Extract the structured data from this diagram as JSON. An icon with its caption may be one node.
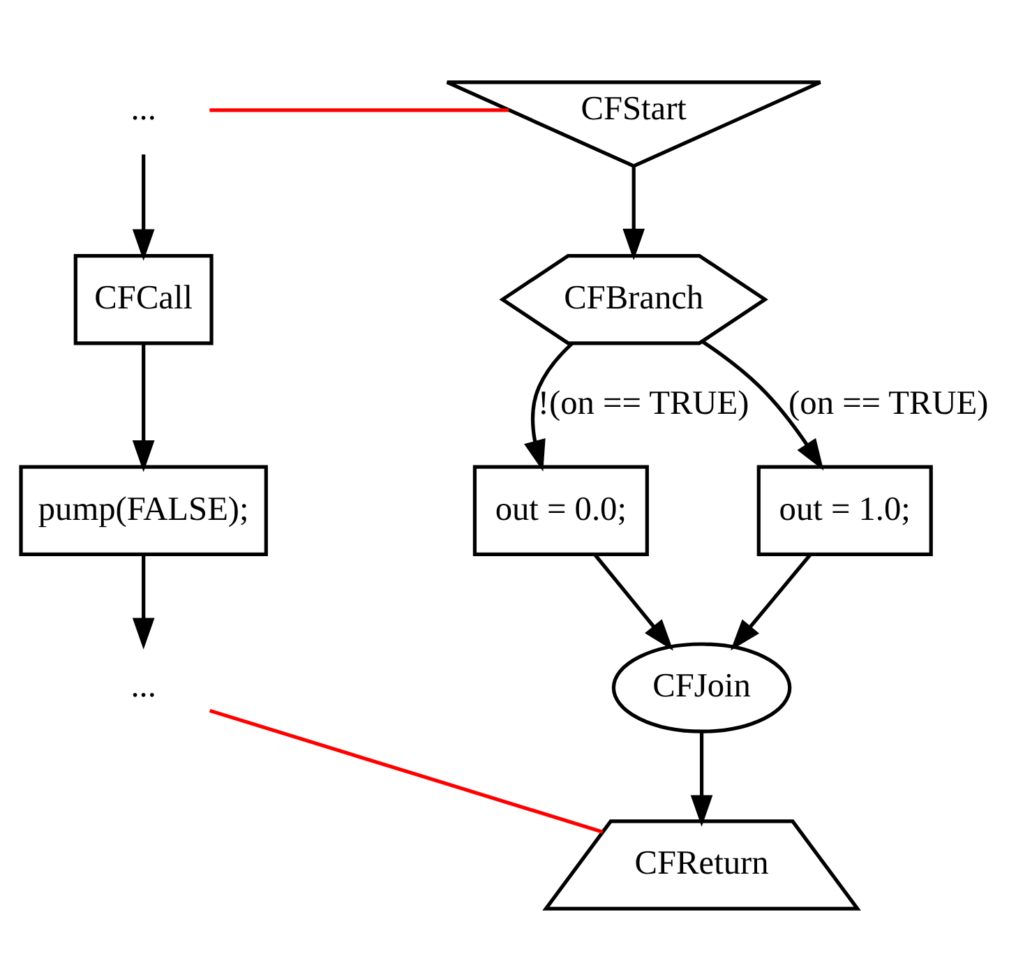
{
  "diagram": {
    "nodes": [
      {
        "text": [
          "..."
        ]
      },
      {
        "text": [
          "CFCall"
        ]
      },
      {
        "text": [
          "pump(FALSE);"
        ]
      },
      {
        "text": [
          "..."
        ]
      },
      {
        "text": [
          "CFStart"
        ]
      },
      {
        "text": [
          "CFBranch"
        ]
      },
      {
        "text": [
          "out = 0.0;"
        ]
      },
      {
        "text": [
          "out = 1.0;"
        ]
      },
      {
        "text": [
          "CFJoin"
        ]
      },
      {
        "text": [
          "CFReturn"
        ]
      }
    ],
    "edges": [
      {
        "from": 0,
        "to": 1,
        "arrow": "to"
      },
      {
        "from": 1,
        "to": 2,
        "arrow": "to"
      },
      {
        "from": 2,
        "to": 3,
        "arrow": "to"
      },
      {
        "from": 4,
        "to": 5,
        "arrow": "to"
      },
      {
        "from": 5,
        "to": 6,
        "arrow": "to",
        "label": "!(on == TRUE)"
      },
      {
        "from": 5,
        "to": 7,
        "arrow": "to",
        "label": "(on == TRUE)"
      },
      {
        "from": 6,
        "to": 8,
        "arrow": "to"
      },
      {
        "from": 7,
        "to": 8,
        "arrow": "to"
      },
      {
        "from": 8,
        "to": 9,
        "arrow": "to"
      },
      {
        "from": 0,
        "to": 4,
        "arrow": "none",
        "color": "#ff0000"
      },
      {
        "from": 9,
        "to": 3,
        "arrow": "none",
        "color": "#ff0000"
      }
    ]
  }
}
